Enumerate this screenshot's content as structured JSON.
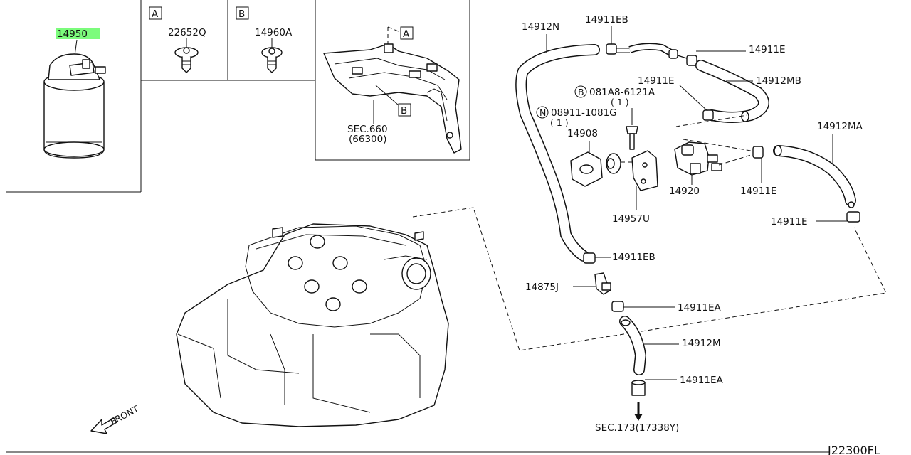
{
  "highlight_color": "#7CFC7C",
  "inset": {
    "canister_part": "14950",
    "box_a": "A",
    "box_b": "B",
    "clip_a_part": "22652Q",
    "clip_b_part": "14960A",
    "sec_title": "SEC.660",
    "sec_sub": "(66300)",
    "tag_a": "A",
    "tag_b": "B"
  },
  "labels": {
    "p14912N": "14912N",
    "p14911EB_top": "14911EB",
    "p14911E_top": "14911E",
    "p14912MB": "14912MB",
    "p14911E_mid": "14911E",
    "bolt_b_circle": "B",
    "bolt_b": "081A8-6121A",
    "bolt_b_qty": "( 1 )",
    "nut_n_circle": "N",
    "nut_n": "08911-1081G",
    "nut_n_qty": "( 1 )",
    "p14908": "14908",
    "p14912MA": "14912MA",
    "p14920": "14920",
    "p14911E_right": "14911E",
    "p14911E_lower": "14911E",
    "p14957U": "14957U",
    "p14911EB_low": "14911EB",
    "p14875J": "14875J",
    "p14911EA_a": "14911EA",
    "p14912M": "14912M",
    "p14911EA_b": "14911EA",
    "sec173": "SEC.173(17338Y)",
    "front": "FRONT",
    "diagram_code": "J22300FL"
  }
}
